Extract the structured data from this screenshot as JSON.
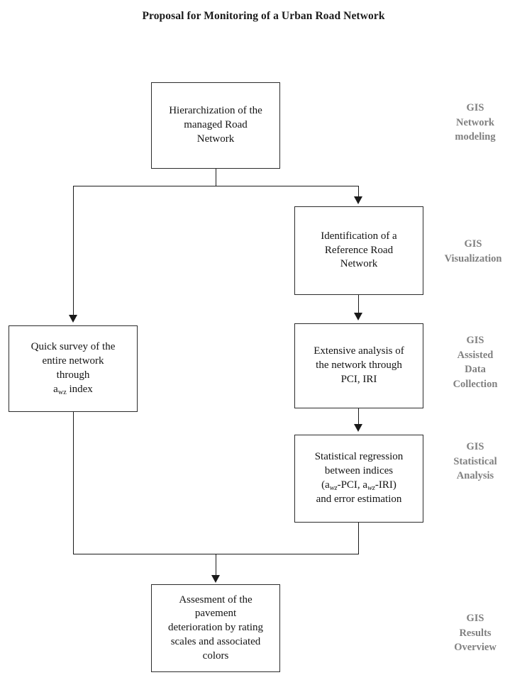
{
  "title": "Proposal for Monitoring of a Urban Road Network",
  "diagram": {
    "type": "flowchart",
    "orientation": "top-down",
    "nodes": [
      {
        "id": "hierarchization",
        "lines": [
          "Hierarchization of the",
          "managed Road",
          "Network"
        ],
        "stage": "GIS Network modeling"
      },
      {
        "id": "identification",
        "lines": [
          "Identification of a",
          "Reference Road",
          "Network"
        ],
        "stage": "GIS Visualization"
      },
      {
        "id": "quick-survey",
        "lines": [
          "Quick survey of the",
          "entire network",
          "through",
          "a(wz) index"
        ],
        "stage": "GIS Assisted Data Collection"
      },
      {
        "id": "extensive-analysis",
        "lines": [
          "Extensive analysis of",
          "the network through",
          "PCI, IRI"
        ],
        "stage": "GIS Assisted Data Collection"
      },
      {
        "id": "statistical-regression",
        "lines": [
          "Statistical regression",
          "between indices",
          "(a(wz)-PCI, a(wz)-IRI)",
          "and error estimation"
        ],
        "stage": "GIS Statistical Analysis"
      },
      {
        "id": "assesment",
        "lines": [
          "Assesment of the",
          "pavement",
          "deterioration by rating",
          "scales and associated",
          "colors"
        ],
        "stage": "GIS Results Overview"
      }
    ],
    "edges": [
      {
        "from": "hierarchization",
        "to": "quick-survey",
        "style": "elbow-left"
      },
      {
        "from": "hierarchization",
        "to": "identification",
        "style": "elbow-right"
      },
      {
        "from": "identification",
        "to": "extensive-analysis",
        "style": "straight"
      },
      {
        "from": "extensive-analysis",
        "to": "statistical-regression",
        "style": "straight"
      },
      {
        "from": "quick-survey",
        "to": "assesment",
        "style": "elbow-merge"
      },
      {
        "from": "statistical-regression",
        "to": "assesment",
        "style": "elbow-merge"
      }
    ]
  },
  "boxes": {
    "hierarchization": {
      "line1": "Hierarchization of the",
      "line2": "managed Road",
      "line3": "Network"
    },
    "identification": {
      "line1": "Identification of a",
      "line2": "Reference Road",
      "line3": "Network"
    },
    "quick_survey": {
      "line1": "Quick survey of the",
      "line2": "entire network",
      "line3": "through",
      "line4_base": "a",
      "line4_sub": "wz",
      "line4_tail": " index"
    },
    "extensive": {
      "line1": "Extensive analysis of",
      "line2": "the network through",
      "line3": "PCI, IRI"
    },
    "statistical": {
      "line1": "Statistical regression",
      "line2": "between indices",
      "line3_open": "(a",
      "line3_sub1": "wz",
      "line3_mid": "-PCI, a",
      "line3_sub2": "wz",
      "line3_close": "-IRI)",
      "line4": "and error estimation"
    },
    "assesment": {
      "line1": "Assesment of the",
      "line2": "pavement",
      "line3": "deterioration by rating",
      "line4": "scales and associated",
      "line5": "colors"
    }
  },
  "stages": {
    "network_modeling": {
      "line1": "GIS",
      "line2": "Network",
      "line3": "modeling"
    },
    "visualization": {
      "line1": "GIS",
      "line2": "Visualization"
    },
    "data_collection": {
      "line1": "GIS",
      "line2": "Assisted",
      "line3": "Data",
      "line4": "Collection"
    },
    "statistical": {
      "line1": "GIS",
      "line2": "Statistical",
      "line3": "Analysis"
    },
    "results_overview": {
      "line1": "GIS",
      "line2": "Results",
      "line3": "Overview"
    }
  },
  "colors": {
    "text": "#141414",
    "stage_label": "#808080",
    "box_border": "#2b2b2b",
    "connector": "#1a1a1a",
    "background": "#ffffff"
  }
}
